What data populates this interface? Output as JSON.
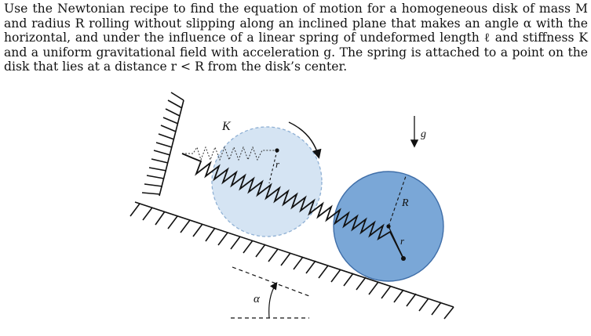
{
  "problem": {
    "text": "Use the Newtonian recipe to find the equation of motion for a homogeneous disk of mass M and radius R rolling without slipping along an inclined plane that makes an angle α with the horizontal, and under the influence of a linear spring of undeformed length ℓ and stiffness K and a uniform gravitational field with acceleration g. The spring is attached to a point on the disk that lies at a distance r < R from the disk’s center."
  },
  "figure": {
    "labels": {
      "stiffness": "K",
      "gravity": "g",
      "radius": "R",
      "offset_ghost": "r",
      "offset_disk": "r",
      "angle": "α"
    },
    "colors": {
      "disk_fill": "#7aa7d7",
      "disk_edge": "#3f6ea8",
      "ghost_fill": "#d5e4f3",
      "ghost_edge": "#8fb0d4",
      "ink": "#111111"
    }
  }
}
